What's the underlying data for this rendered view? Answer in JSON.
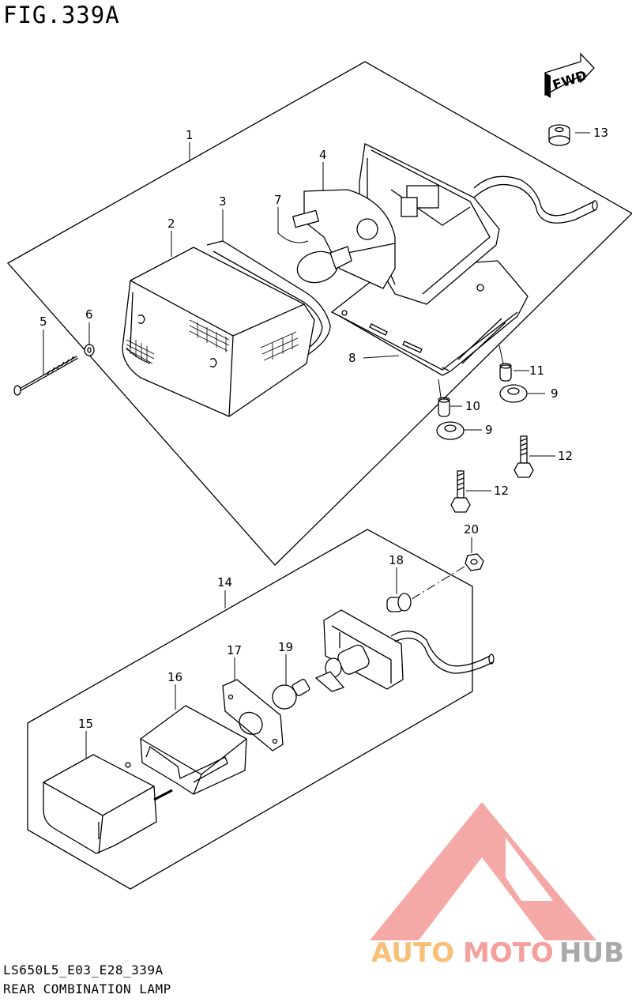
{
  "header": {
    "figure": "FIG.339A"
  },
  "footer": {
    "code": "LS650L5_E03_E28_339A",
    "name": "REAR COMBINATION LAMP"
  },
  "fwd_label": "FWD",
  "callouts": {
    "c1": "1",
    "c2": "2",
    "c3": "3",
    "c4": "4",
    "c5": "5",
    "c6": "6",
    "c7": "7",
    "c8": "8",
    "c9a": "9",
    "c9b": "9",
    "c10": "10",
    "c11": "11",
    "c12a": "12",
    "c12b": "12",
    "c13": "13",
    "c14": "14",
    "c15": "15",
    "c16": "16",
    "c17": "17",
    "c18": "18",
    "c19": "19",
    "c20": "20"
  },
  "watermark": {
    "part1": "AUTO",
    "part2": "MOTO",
    "part3": "HUB",
    "colors": {
      "orange": "#F7C079",
      "pink": "#F4A09C",
      "gray": "#A9A9A9"
    }
  }
}
